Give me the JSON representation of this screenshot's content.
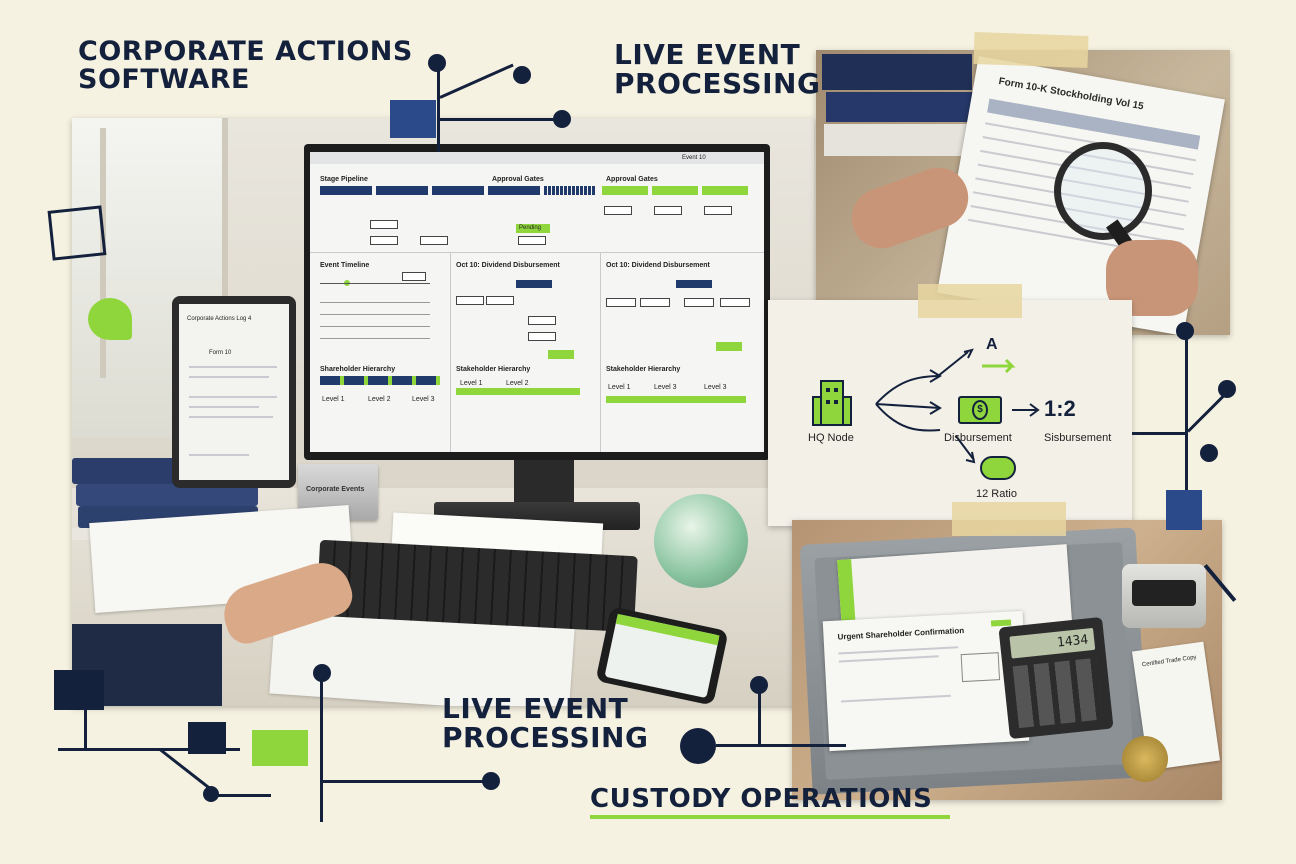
{
  "headlines": {
    "top_left": "CORPORATE ACTIONS SOFTWARE",
    "top_middle": "LIVE EVENT PROCESSING",
    "bottom_middle": "LIVE EVENT PROCESSING",
    "bottom_right": "CUSTODY OPERATIONS"
  },
  "monitor": {
    "browser_title": "Event 10",
    "section_title": "Stage Pipeline",
    "approval_gates_1": "Approval Gates",
    "approval_gates_2": "Approval Gates",
    "pending_label": "Pending",
    "panel_a_title": "Event Timeline",
    "panel_b_title": "Oct 10: Dividend Disbursement",
    "panel_c_title": "Oct 10: Dividend Disbursement",
    "hierarchy_a": "Shareholder Hierarchy",
    "hierarchy_b": "Stakeholder Hierarchy",
    "hierarchy_c": "Stakeholder Hierarchy",
    "level_1": "Level 1",
    "level_2": "Level 2",
    "level_3": "Level 3"
  },
  "tablet": {
    "title": "Corporate Actions Log 4",
    "subtitle": "Form 10"
  },
  "desk_plaque": "Corporate Events",
  "document_photo": {
    "title": "Form 10-K Stockholding Vol 15"
  },
  "diagram": {
    "hq_label": "HQ Node",
    "disbursement_label": "Disbursement",
    "ratio_value": "1:2",
    "ratio_label": "Sisbursement",
    "bottom_label": "12 Ratio",
    "top_glyph": "A"
  },
  "tray_photo": {
    "letter_title": "Urgent Shareholder Confirmation",
    "calculator_display": "1434",
    "card_text": "Certified Trade Copy"
  },
  "colors": {
    "navy": "#14213d",
    "lime": "#8fd63c",
    "background": "#f6f2e2"
  }
}
